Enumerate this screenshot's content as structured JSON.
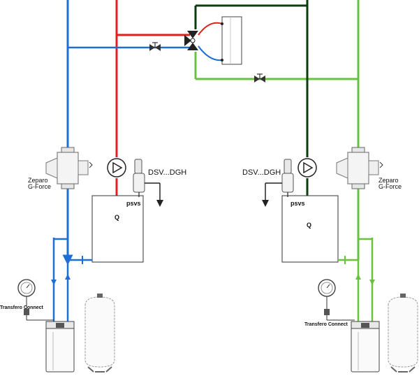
{
  "colors": {
    "blue": "#1f6ed6",
    "red": "#e0201b",
    "dark_green": "#0d3d0d",
    "light_green": "#6cc040",
    "outline": "#444444"
  },
  "left": {
    "separator_label_line1": "Zeparo",
    "separator_label_line2": "G-Force",
    "valve_label": "DSV...DGH",
    "sensor_label": "psvs",
    "heater_label": "Q",
    "expansion_label": "Transfero Connect"
  },
  "right": {
    "separator_label_line1": "Zeparo",
    "separator_label_line2": "G-Force",
    "valve_label": "DSV...DGH",
    "sensor_label": "psvs",
    "heater_label": "Q",
    "expansion_label": "Transfero Connect"
  },
  "icons": [
    "pump-icon",
    "balancing-valve-icon",
    "three-way-valve-icon",
    "pressure-gauge-icon",
    "safety-valve-icon",
    "air-separator-icon",
    "expansion-vessel-icon"
  ]
}
